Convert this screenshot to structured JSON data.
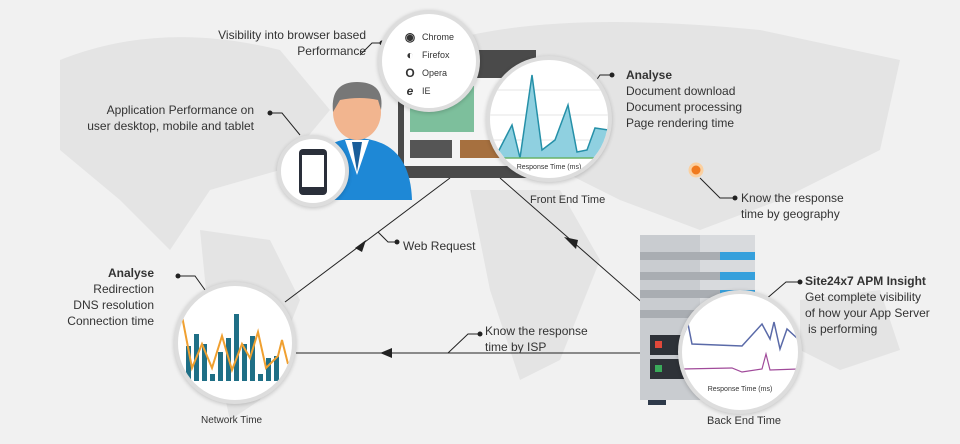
{
  "browser_callout": {
    "line1": "Visibility into browser based",
    "line2": "Performance"
  },
  "browsers": [
    {
      "name": "Chrome",
      "icon": "chrome-icon"
    },
    {
      "name": "Firefox",
      "icon": "firefox-icon"
    },
    {
      "name": "Opera",
      "icon": "opera-icon"
    },
    {
      "name": "IE",
      "icon": "ie-icon"
    }
  ],
  "device_callout": {
    "line1": "Application Performance on",
    "line2": "user desktop, mobile and tablet"
  },
  "front_end": {
    "heading": "Analyse",
    "items": [
      "Document download",
      "Document processing",
      "Page rendering time"
    ],
    "chart_label": "Response Time (ms)",
    "caption": "Front End Time"
  },
  "geo_callout": {
    "line1": "Know the response",
    "line2": "time by geography"
  },
  "web_request": "Web Request",
  "network": {
    "heading": "Analyse",
    "items": [
      "Redirection",
      "DNS resolution",
      "Connection time"
    ],
    "caption": "Network Time"
  },
  "isp_callout": {
    "line1": "Know the response",
    "line2": "time by ISP"
  },
  "back_end": {
    "heading": "Site24x7 APM Insight",
    "lines": [
      "Get complete visibility",
      "of how your App Server",
      "is performing"
    ],
    "chart_label": "Response Time (ms)",
    "caption": "Back End Time"
  },
  "colors": {
    "accent": "#2aa8c4",
    "person": "#1e88d6",
    "orange": "#f0a030",
    "teal": "#1f6f86"
  }
}
